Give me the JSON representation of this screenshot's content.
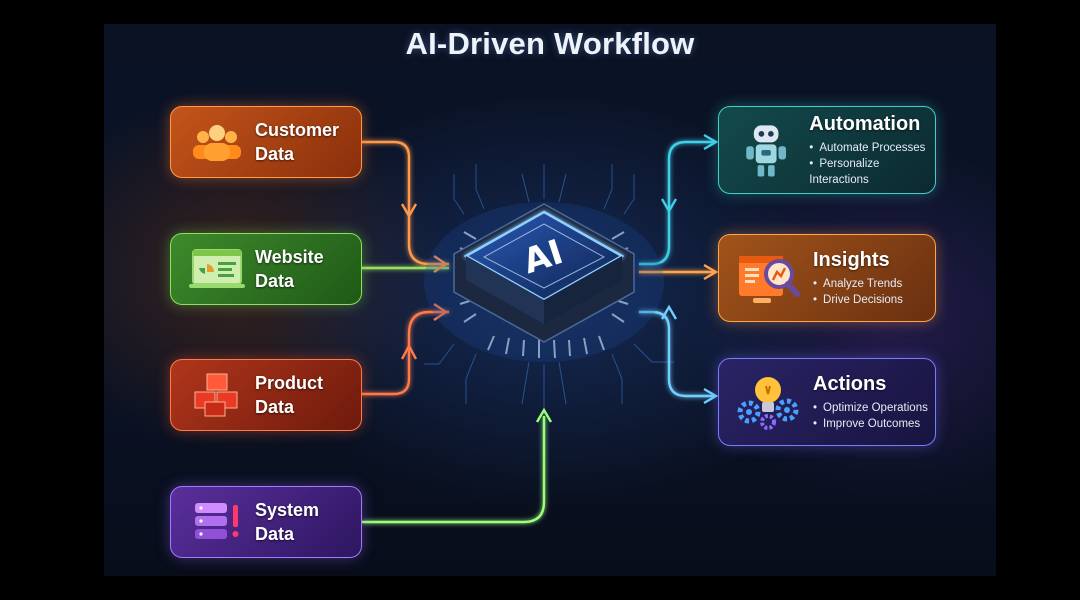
{
  "title": "AI-Driven Workflow",
  "chip": {
    "label": "AI"
  },
  "inputs": [
    {
      "line1": "Customer",
      "line2": "Data",
      "icon": "users-icon"
    },
    {
      "line1": "Website",
      "line2": "Data",
      "icon": "website-icon"
    },
    {
      "line1": "Product",
      "line2": "Data",
      "icon": "boxes-icon"
    },
    {
      "line1": "System",
      "line2": "Data",
      "icon": "database-icon"
    }
  ],
  "outputs": [
    {
      "title": "Automation",
      "bullets": [
        "Automate Processes",
        "Personalize Interactions"
      ],
      "icon": "robot-icon"
    },
    {
      "title": "Insights",
      "bullets": [
        "Analyze Trends",
        "Drive Decisions"
      ],
      "icon": "magnifier-report-icon"
    },
    {
      "title": "Actions",
      "bullets": [
        "Optimize Operations",
        "Improve Outcomes"
      ],
      "icon": "lightbulb-gears-icon"
    }
  ],
  "colors": {
    "customer": "#ff9a4a",
    "website": "#8fe05a",
    "product": "#ff7a4a",
    "system": "#a07aff",
    "automation": "#3fd0c8",
    "insights": "#ffa54a",
    "actions": "#6fd0ff",
    "chip_glow": "#5ab8ff"
  }
}
